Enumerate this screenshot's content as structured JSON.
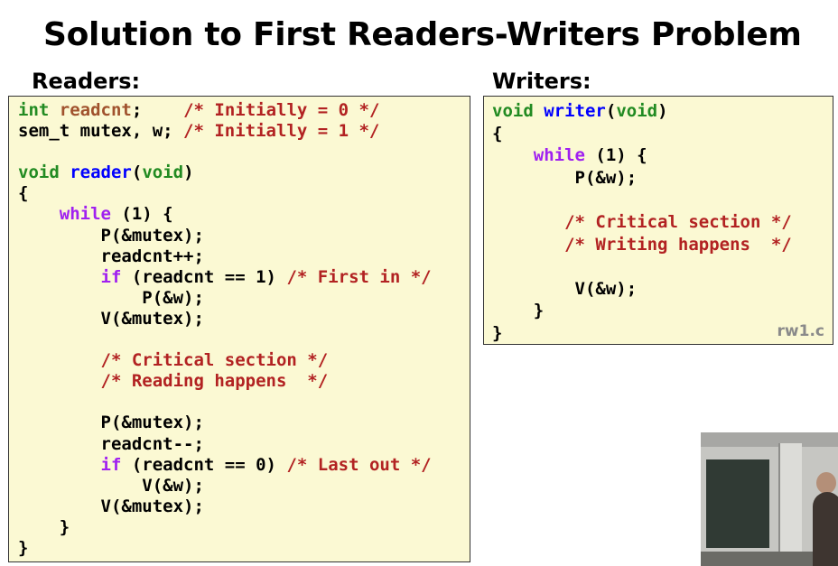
{
  "slide": {
    "title": "Solution to First Readers-Writers Problem",
    "readers_label": "Readers:",
    "writers_label": "Writers:"
  },
  "code_colors": {
    "keyword": "#a020f0",
    "type": "#228b22",
    "function": "#0000ff",
    "variable": "#a0522d",
    "comment": "#b22222"
  },
  "readers_code": [
    [
      {
        "c": "ty",
        "t": "int"
      },
      {
        "c": "",
        "t": " "
      },
      {
        "c": "vr",
        "t": "readcnt"
      },
      {
        "c": "",
        "t": ";    "
      },
      {
        "c": "cm",
        "t": "/* Initially = 0 */"
      }
    ],
    [
      {
        "c": "",
        "t": "sem_t mutex, w; "
      },
      {
        "c": "cm",
        "t": "/* Initially = 1 */"
      }
    ],
    [],
    [
      {
        "c": "ty",
        "t": "void"
      },
      {
        "c": "",
        "t": " "
      },
      {
        "c": "fn",
        "t": "reader"
      },
      {
        "c": "",
        "t": "("
      },
      {
        "c": "ty",
        "t": "void"
      },
      {
        "c": "",
        "t": ")"
      }
    ],
    [
      {
        "c": "",
        "t": "{"
      }
    ],
    [
      {
        "c": "",
        "t": "    "
      },
      {
        "c": "kw",
        "t": "while"
      },
      {
        "c": "",
        "t": " (1) {"
      }
    ],
    [
      {
        "c": "",
        "t": "        P(&mutex);"
      }
    ],
    [
      {
        "c": "",
        "t": "        readcnt++;"
      }
    ],
    [
      {
        "c": "",
        "t": "        "
      },
      {
        "c": "kw",
        "t": "if"
      },
      {
        "c": "",
        "t": " (readcnt == 1) "
      },
      {
        "c": "cm",
        "t": "/* First in */"
      }
    ],
    [
      {
        "c": "",
        "t": "            P(&w);"
      }
    ],
    [
      {
        "c": "",
        "t": "        V(&mutex);"
      }
    ],
    [],
    [
      {
        "c": "",
        "t": "        "
      },
      {
        "c": "cm",
        "t": "/* Critical section */"
      }
    ],
    [
      {
        "c": "",
        "t": "        "
      },
      {
        "c": "cm",
        "t": "/* Reading happens  */"
      }
    ],
    [],
    [
      {
        "c": "",
        "t": "        P(&mutex);"
      }
    ],
    [
      {
        "c": "",
        "t": "        readcnt--;"
      }
    ],
    [
      {
        "c": "",
        "t": "        "
      },
      {
        "c": "kw",
        "t": "if"
      },
      {
        "c": "",
        "t": " (readcnt == 0) "
      },
      {
        "c": "cm",
        "t": "/* Last out */"
      }
    ],
    [
      {
        "c": "",
        "t": "            V(&w);"
      }
    ],
    [
      {
        "c": "",
        "t": "        V(&mutex);"
      }
    ],
    [
      {
        "c": "",
        "t": "    }"
      }
    ],
    [
      {
        "c": "",
        "t": "}"
      }
    ]
  ],
  "writers_code": [
    [
      {
        "c": "ty",
        "t": "void"
      },
      {
        "c": "",
        "t": " "
      },
      {
        "c": "fn",
        "t": "writer"
      },
      {
        "c": "",
        "t": "("
      },
      {
        "c": "ty",
        "t": "void"
      },
      {
        "c": "",
        "t": ")"
      }
    ],
    [
      {
        "c": "",
        "t": "{"
      }
    ],
    [
      {
        "c": "",
        "t": "    "
      },
      {
        "c": "kw",
        "t": "while"
      },
      {
        "c": "",
        "t": " (1) {"
      }
    ],
    [
      {
        "c": "",
        "t": "        P(&w);"
      }
    ],
    [],
    [
      {
        "c": "",
        "t": "       "
      },
      {
        "c": "cm",
        "t": "/* Critical section */"
      }
    ],
    [
      {
        "c": "",
        "t": "       "
      },
      {
        "c": "cm",
        "t": "/* Writing happens  */"
      }
    ],
    [],
    [
      {
        "c": "",
        "t": "        V(&w);"
      }
    ],
    [
      {
        "c": "",
        "t": "    }"
      }
    ],
    [
      {
        "c": "",
        "t": "}"
      }
    ]
  ],
  "writers_filename": "rw1.c"
}
